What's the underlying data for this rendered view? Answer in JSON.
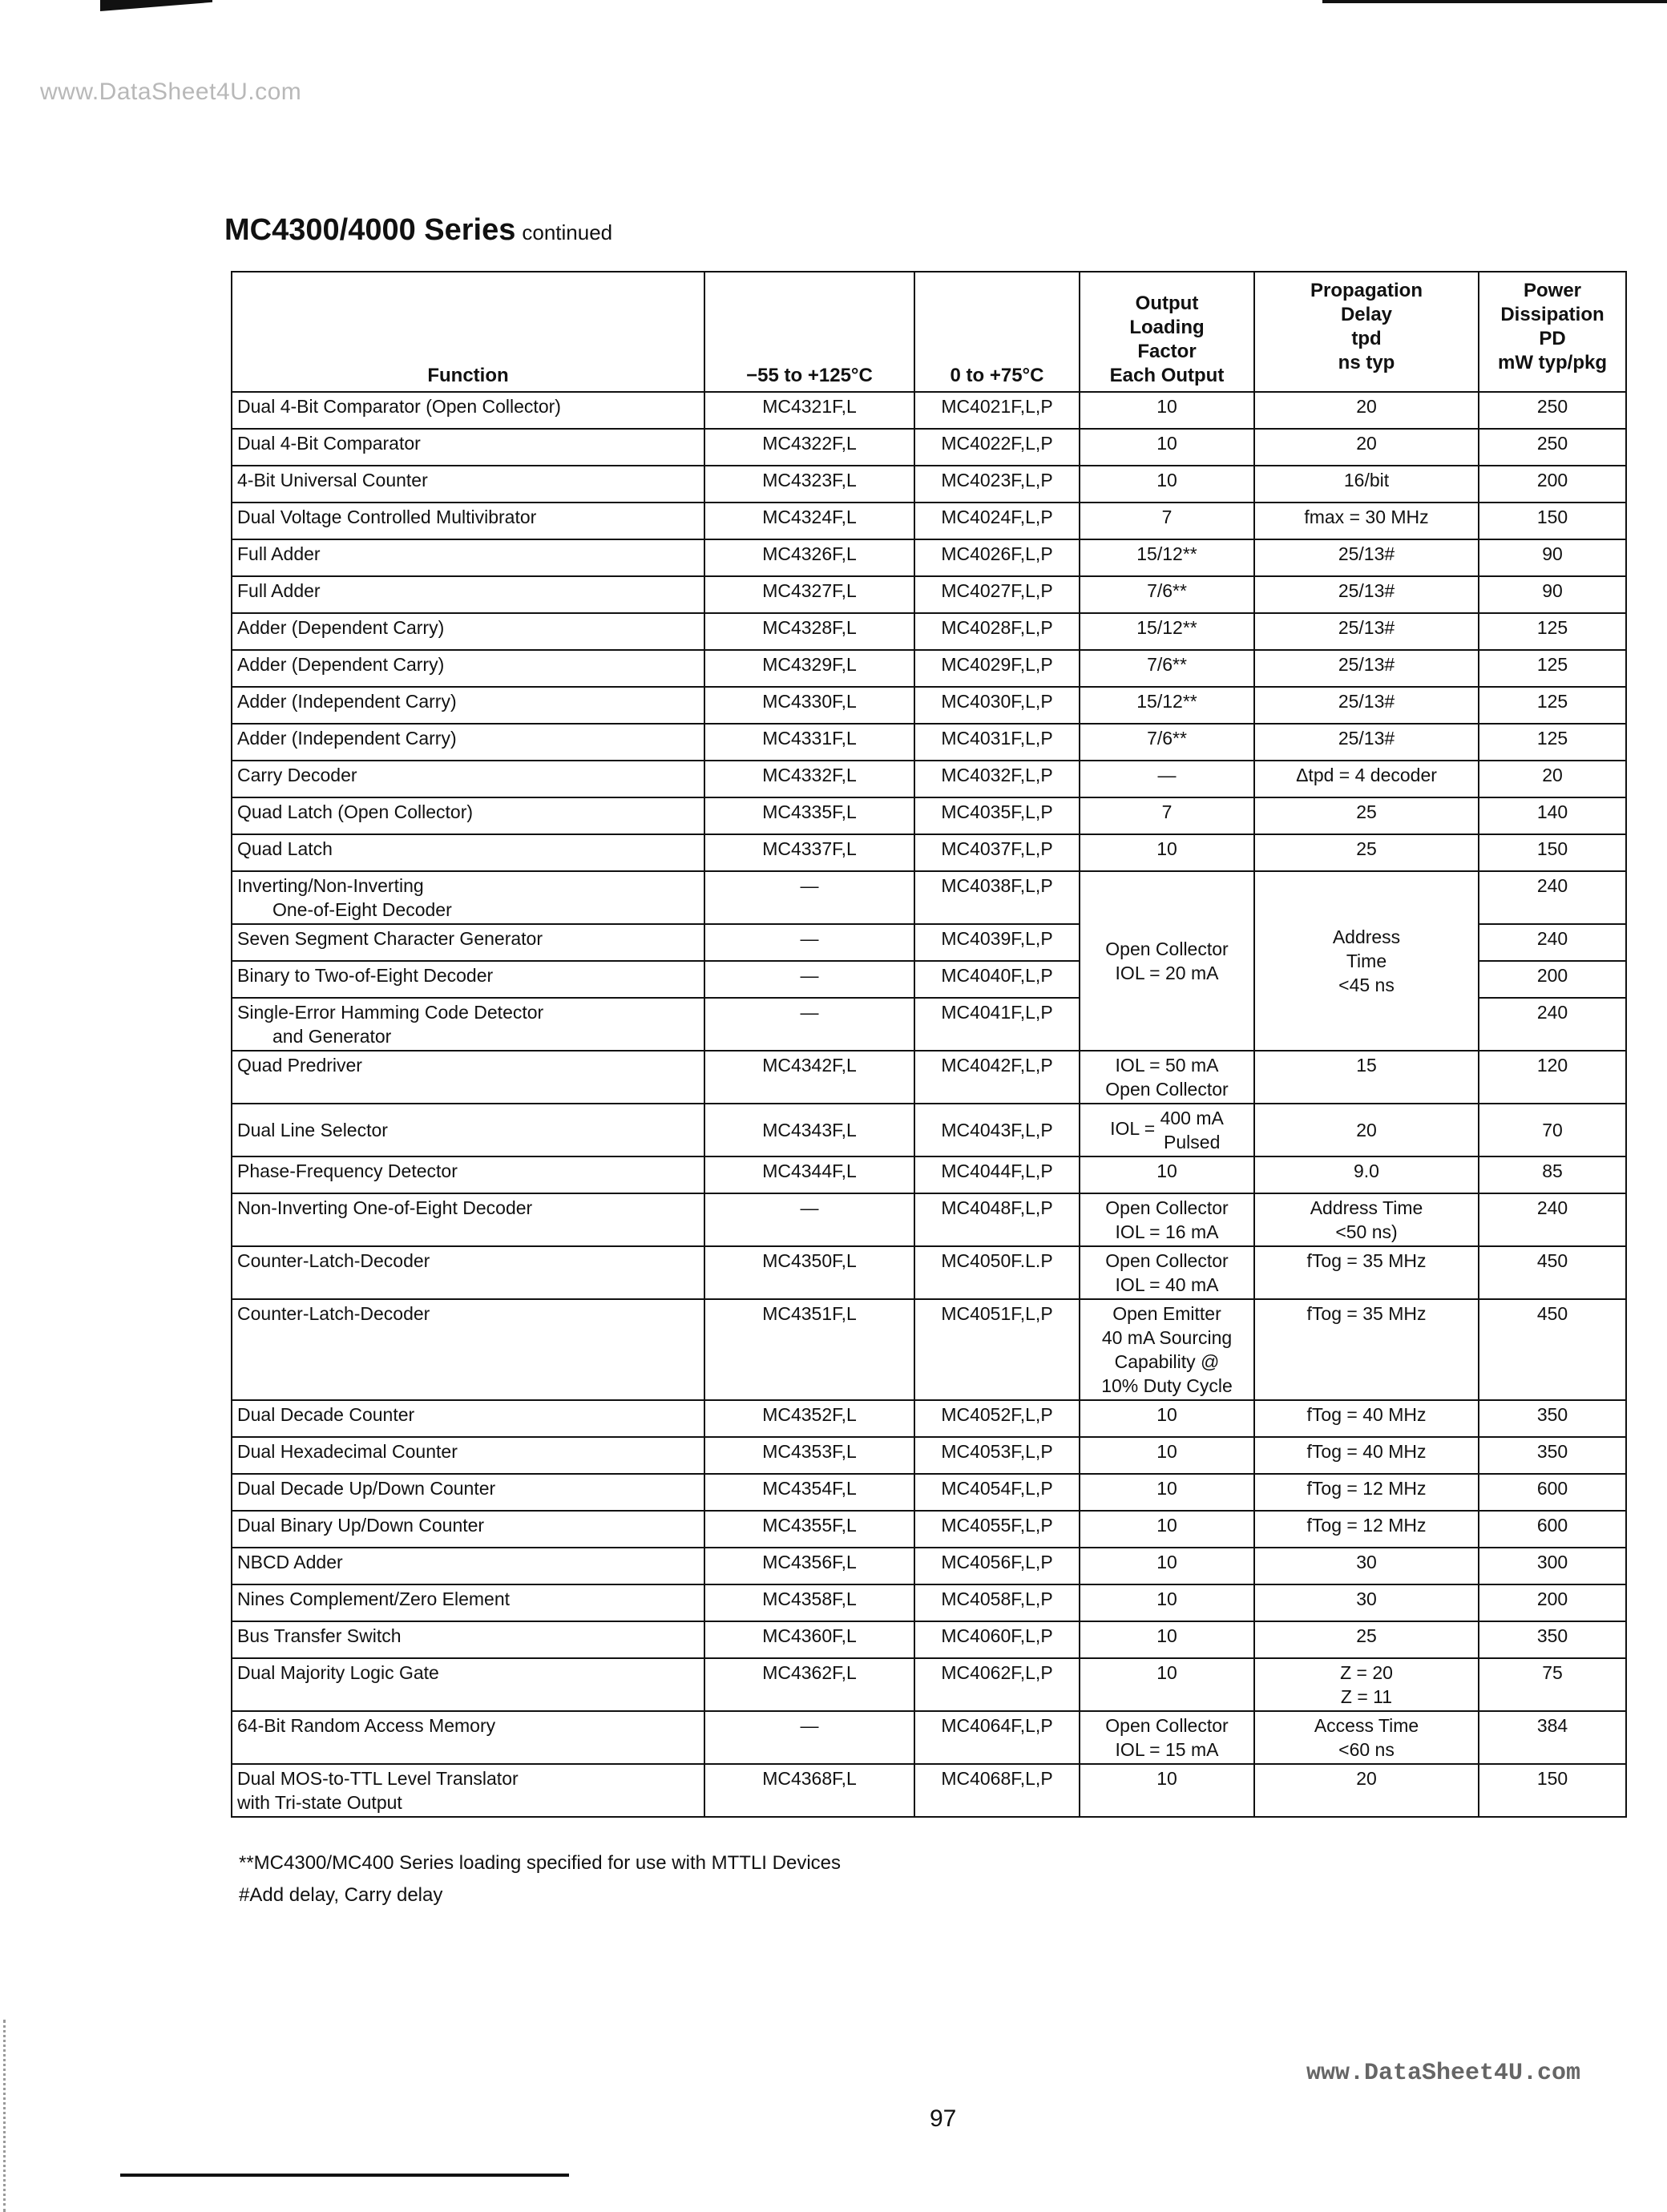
{
  "watermark_top": "www.DataSheet4U.com",
  "watermark_bottom": "www.DataSheet4U.com",
  "title": "MC4300/4000 Series",
  "title_suffix": "continued",
  "page_number": "97",
  "header": {
    "function": "Function",
    "mil_range": "−55 to +125°C",
    "com_range": "0 to +75°C",
    "loading": [
      "Output",
      "Loading",
      "Factor",
      "Each Output"
    ],
    "delay": [
      "Propagation",
      "Delay",
      "tpd",
      "ns typ"
    ],
    "power": [
      "Power",
      "Dissipation",
      "PD",
      "mW typ/pkg"
    ]
  },
  "rows": [
    {
      "function": "Dual 4-Bit Comparator (Open Collector)",
      "mil": "MC4321F,L",
      "com": "MC4021F,L,P",
      "loading": "10",
      "delay": "20",
      "power": "250"
    },
    {
      "function": "Dual 4-Bit Comparator",
      "mil": "MC4322F,L",
      "com": "MC4022F,L,P",
      "loading": "10",
      "delay": "20",
      "power": "250"
    },
    {
      "function": "4-Bit Universal Counter",
      "mil": "MC4323F,L",
      "com": "MC4023F,L,P",
      "loading": "10",
      "delay": "16/bit",
      "power": "200"
    },
    {
      "function": "Dual Voltage Controlled Multivibrator",
      "mil": "MC4324F,L",
      "com": "MC4024F,L,P",
      "loading": "7",
      "delay": "fmax = 30 MHz",
      "power": "150"
    },
    {
      "function": "Full Adder",
      "mil": "MC4326F,L",
      "com": "MC4026F,L,P",
      "loading": "15/12**",
      "delay": "25/13#",
      "power": "90"
    },
    {
      "function": "Full Adder",
      "mil": "MC4327F,L",
      "com": "MC4027F,L,P",
      "loading": "7/6**",
      "delay": "25/13#",
      "power": "90"
    },
    {
      "function": "Adder (Dependent Carry)",
      "mil": "MC4328F,L",
      "com": "MC4028F,L,P",
      "loading": "15/12**",
      "delay": "25/13#",
      "power": "125"
    },
    {
      "function": "Adder (Dependent Carry)",
      "mil": "MC4329F,L",
      "com": "MC4029F,L,P",
      "loading": "7/6**",
      "delay": "25/13#",
      "power": "125"
    },
    {
      "function": "Adder (Independent Carry)",
      "mil": "MC4330F,L",
      "com": "MC4030F,L,P",
      "loading": "15/12**",
      "delay": "25/13#",
      "power": "125"
    },
    {
      "function": "Adder (Independent Carry)",
      "mil": "MC4331F,L",
      "com": "MC4031F,L,P",
      "loading": "7/6**",
      "delay": "25/13#",
      "power": "125"
    },
    {
      "function": "Carry Decoder",
      "mil": "MC4332F,L",
      "com": "MC4032F,L,P",
      "loading": "—",
      "delay": "Δtpd = 4 decoder",
      "power": "20"
    },
    {
      "function": "Quad Latch (Open Collector)",
      "mil": "MC4335F,L",
      "com": "MC4035F,L,P",
      "loading": "7",
      "delay": "25",
      "power": "140"
    },
    {
      "function": "Quad Latch",
      "mil": "MC4337F,L",
      "com": "MC4037F,L,P",
      "loading": "10",
      "delay": "25",
      "power": "150"
    }
  ],
  "group_decoders": {
    "rows": [
      {
        "function": "Inverting/Non-Inverting",
        "function2": "One-of-Eight Decoder",
        "mil": "—",
        "com": "MC4038F,L,P",
        "power": "240"
      },
      {
        "function": "Seven Segment Character Generator",
        "mil": "—",
        "com": "MC4039F,L,P",
        "power": "240"
      },
      {
        "function": "Binary to Two-of-Eight Decoder",
        "mil": "—",
        "com": "MC4040F,L,P",
        "power": "200"
      },
      {
        "function": "Single-Error Hamming Code Detector",
        "function2": "and Generator",
        "mil": "—",
        "com": "MC4041F,L,P",
        "power": "240"
      }
    ],
    "loading_1": "Open Collector",
    "loading_2": "IOL = 20 mA",
    "delay_1": "Address",
    "delay_2": "Time",
    "delay_3": "<45 ns"
  },
  "quad_predriver": {
    "function": "Quad Predriver",
    "mil": "MC4342F,L",
    "com": "MC4042F,L,P",
    "loading": "IOL = 50 mA",
    "loading_note": "Open Collector",
    "delay": "15",
    "power": "120"
  },
  "dual_line_selector": {
    "function": "Dual Line Selector",
    "mil": "MC4343F,L",
    "com": "MC4043F,L,P",
    "loading_lhs": "IOL =",
    "loading_a": "400 mA",
    "loading_b": "Pulsed",
    "delay": "20",
    "power": "70"
  },
  "rows2": [
    {
      "function": "Phase-Frequency Detector",
      "mil": "MC4344F,L",
      "com": "MC4044F,L,P",
      "loading": "10",
      "delay": "9.0",
      "power": "85"
    }
  ],
  "noninv_decoder": {
    "function": "Non-Inverting One-of-Eight Decoder",
    "mil": "—",
    "com": "MC4048F,L,P",
    "loading_1": "Open Collector",
    "loading_2": "IOL = 16 mA",
    "delay_1": "Address Time",
    "delay_2": "<50 ns)",
    "power": "240"
  },
  "counter_latch_1": {
    "function": "Counter-Latch-Decoder",
    "mil": "MC4350F,L",
    "com": "MC4050F.L.P",
    "loading_1": "Open Collector",
    "loading_2": "IOL = 40 mA",
    "delay": "fTog = 35 MHz",
    "power": "450"
  },
  "counter_latch_2": {
    "function": "Counter-Latch-Decoder",
    "mil": "MC4351F,L",
    "com": "MC4051F,L,P",
    "loading": [
      "Open Emitter",
      "40 mA Sourcing",
      "Capability @",
      "10% Duty Cycle"
    ],
    "delay": "fTog = 35 MHz",
    "power": "450"
  },
  "rows3": [
    {
      "function": "Dual Decade Counter",
      "mil": "MC4352F,L",
      "com": "MC4052F,L,P",
      "loading": "10",
      "delay": "fTog = 40 MHz",
      "power": "350"
    },
    {
      "function": "Dual Hexadecimal Counter",
      "mil": "MC4353F,L",
      "com": "MC4053F,L,P",
      "loading": "10",
      "delay": "fTog = 40 MHz",
      "power": "350"
    },
    {
      "function": "Dual Decade Up/Down Counter",
      "mil": "MC4354F,L",
      "com": "MC4054F,L,P",
      "loading": "10",
      "delay": "fTog = 12 MHz",
      "power": "600"
    },
    {
      "function": "Dual Binary Up/Down Counter",
      "mil": "MC4355F,L",
      "com": "MC4055F,L,P",
      "loading": "10",
      "delay": "fTog = 12 MHz",
      "power": "600"
    },
    {
      "function": "NBCD Adder",
      "mil": "MC4356F,L",
      "com": "MC4056F,L,P",
      "loading": "10",
      "delay": "30",
      "power": "300"
    },
    {
      "function": "Nines Complement/Zero Element",
      "mil": "MC4358F,L",
      "com": "MC4058F,L,P",
      "loading": "10",
      "delay": "30",
      "power": "200"
    },
    {
      "function": "Bus Transfer Switch",
      "mil": "MC4360F,L",
      "com": "MC4060F,L,P",
      "loading": "10",
      "delay": "25",
      "power": "350"
    }
  ],
  "majority_gate": {
    "function": "Dual Majority Logic Gate",
    "mil": "MC4362F,L",
    "com": "MC4062F,L,P",
    "loading": "10",
    "delay_1": "Z = 20",
    "delay_2": "Z = 11",
    "power": "75"
  },
  "ram": {
    "function": "64-Bit Random Access Memory",
    "mil": "—",
    "com": "MC4064F,L,P",
    "loading_1": "Open Collector",
    "loading_2": "IOL = 15 mA",
    "delay_1": "Access Time",
    "delay_2": "<60 ns",
    "power": "384"
  },
  "translator": {
    "function": "Dual MOS-to-TTL Level Translator",
    "function2": "with Tri-state Output",
    "mil": "MC4368F,L",
    "com": "MC4068F,L,P",
    "loading": "10",
    "delay": "20",
    "power": "150"
  },
  "footnotes": [
    "**MC4300/MC400 Series loading specified for use with MTTLI Devices",
    "#Add delay, Carry delay"
  ]
}
